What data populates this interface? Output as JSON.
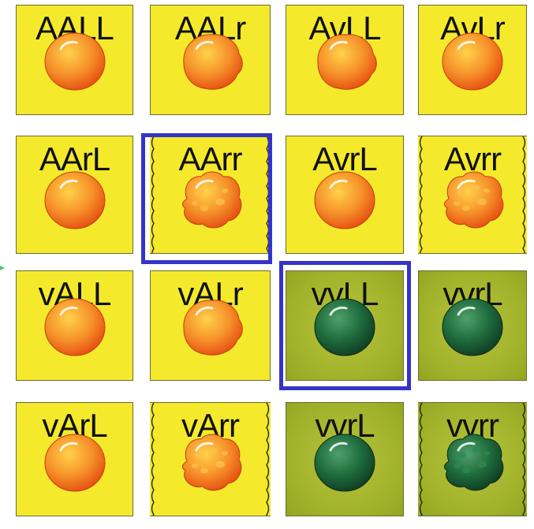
{
  "cells": [
    {
      "label": "AALL",
      "variant": "round",
      "palette": "yellow",
      "wavy": false
    },
    {
      "label": "AALr",
      "variant": "bulge",
      "palette": "yellow",
      "wavy": false
    },
    {
      "label": "AvLL",
      "variant": "bulge",
      "palette": "yellow",
      "wavy": false
    },
    {
      "label": "AvLr",
      "variant": "round",
      "palette": "yellow",
      "wavy": false
    },
    {
      "label": "AArL",
      "variant": "round",
      "palette": "yellow",
      "wavy": false
    },
    {
      "label": "AArr",
      "variant": "wrinkled",
      "palette": "yellow",
      "wavy": true
    },
    {
      "label": "AvrL",
      "variant": "round",
      "palette": "yellow",
      "wavy": false
    },
    {
      "label": "Avrr",
      "variant": "wrinkled",
      "palette": "yellow",
      "wavy": true
    },
    {
      "label": "vALL",
      "variant": "round",
      "palette": "yellow",
      "wavy": false
    },
    {
      "label": "vALr",
      "variant": "bulge",
      "palette": "yellow",
      "wavy": false
    },
    {
      "label": "vvLL",
      "variant": "round",
      "palette": "green",
      "wavy": false
    },
    {
      "label": "vvrL",
      "variant": "round",
      "palette": "green",
      "wavy": false
    },
    {
      "label": "vArL",
      "variant": "round",
      "palette": "yellow",
      "wavy": false
    },
    {
      "label": "vArr",
      "variant": "wrinkled",
      "palette": "yellow",
      "wavy": true
    },
    {
      "label": "vvrL",
      "variant": "round",
      "palette": "green",
      "wavy": false
    },
    {
      "label": "vvrr",
      "variant": "wrinkled",
      "palette": "green",
      "wavy": true
    }
  ],
  "highlighted_cells": [
    "AArr",
    "vvLL"
  ],
  "colors": {
    "highlight_border": "#3434c8",
    "cell_yellow": "#f4ea2b",
    "cell_green": "#a0b22a",
    "seed_orange_light": "#ffd24a",
    "seed_orange_dark": "#e54b10",
    "seed_green_light": "#4fa06a",
    "seed_green_dark": "#0f3b21"
  }
}
